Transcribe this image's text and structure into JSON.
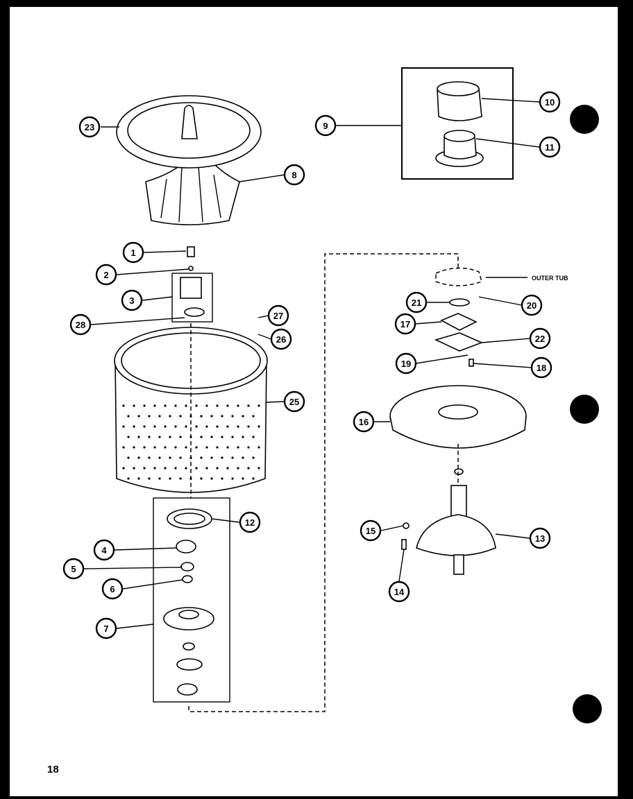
{
  "diagram": {
    "page_number": "18",
    "outer_tub_label": "OUTER TUB",
    "callouts": [
      {
        "id": "c1",
        "label": "1"
      },
      {
        "id": "c2",
        "label": "2"
      },
      {
        "id": "c3",
        "label": "3"
      },
      {
        "id": "c4",
        "label": "4"
      },
      {
        "id": "c5",
        "label": "5"
      },
      {
        "id": "c6",
        "label": "6"
      },
      {
        "id": "c7",
        "label": "7"
      },
      {
        "id": "c8",
        "label": "8"
      },
      {
        "id": "c9",
        "label": "9"
      },
      {
        "id": "c10",
        "label": "10"
      },
      {
        "id": "c11",
        "label": "11"
      },
      {
        "id": "c12",
        "label": "12"
      },
      {
        "id": "c13",
        "label": "13"
      },
      {
        "id": "c14",
        "label": "14"
      },
      {
        "id": "c15",
        "label": "15"
      },
      {
        "id": "c16",
        "label": "16"
      },
      {
        "id": "c17",
        "label": "17"
      },
      {
        "id": "c18",
        "label": "18"
      },
      {
        "id": "c19",
        "label": "19"
      },
      {
        "id": "c20",
        "label": "20"
      },
      {
        "id": "c21",
        "label": "21"
      },
      {
        "id": "c22",
        "label": "22"
      },
      {
        "id": "c23",
        "label": "23"
      },
      {
        "id": "c25",
        "label": "25"
      },
      {
        "id": "c26",
        "label": "26"
      },
      {
        "id": "c27",
        "label": "27"
      },
      {
        "id": "c28",
        "label": "28"
      }
    ]
  }
}
